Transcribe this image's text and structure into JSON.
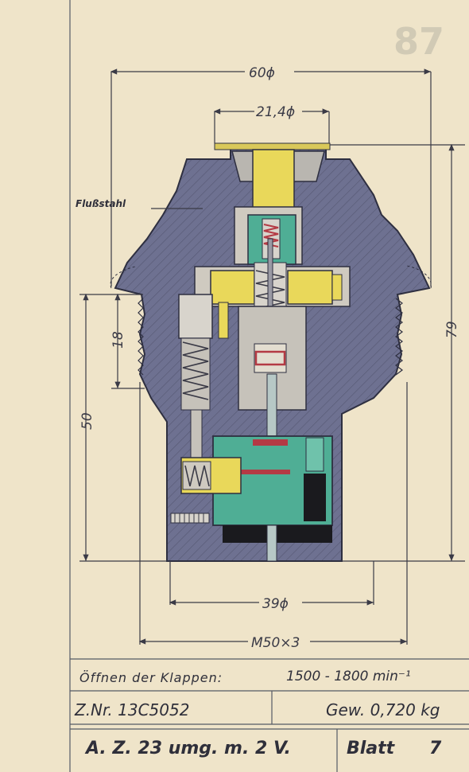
{
  "sheet_number_stamp": "87",
  "dimensions": {
    "overall_width": "60ϕ",
    "top_opening": "21,4ϕ",
    "total_height": "79",
    "lower_height": "50",
    "shoulder_height": "18",
    "base_diameter": "39ϕ",
    "thread": "M50×3"
  },
  "part_label": "Flußstahl",
  "title_block": {
    "note_label": "Öffnen der Klappen:",
    "note_value": "1500 - 1800 min⁻¹",
    "drawing_no": "Z.Nr. 13C5052",
    "weight": "Gew. 0,720 kg",
    "designation": "A. Z. 23 umg. m. 2 V.",
    "sheet_label": "Blatt",
    "sheet_no": "7"
  },
  "colors": {
    "paper": "#efe4c9",
    "steel_section": "#6e7191",
    "brass": "#e9d85a",
    "copper_green": "#4fae95",
    "red": "#b43a44",
    "black": "#1a1a1e"
  }
}
